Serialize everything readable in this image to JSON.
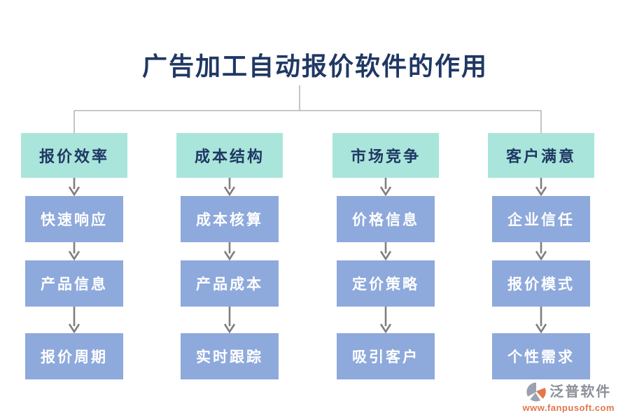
{
  "title": "广告加工自动报价软件的作用",
  "columns": [
    {
      "header": "报价效率",
      "items": [
        "快速响应",
        "产品信息",
        "报价周期"
      ]
    },
    {
      "header": "成本结构",
      "items": [
        "成本核算",
        "产品成本",
        "实时跟踪"
      ]
    },
    {
      "header": "市场竞争",
      "items": [
        "价格信息",
        "定价策略",
        "吸引客户"
      ]
    },
    {
      "header": "客户满意",
      "items": [
        "企业信任",
        "报价模式",
        "个性需求"
      ]
    }
  ],
  "watermark": {
    "brand": "泛普软件",
    "url": "www.fanpusoft.com"
  },
  "colors": {
    "title": "#1F3864",
    "header_bg": "#A9E5DA",
    "item_bg": "#8EA9DB",
    "item_text": "#FFFFFF",
    "connector": "#B5B5B5",
    "arrow": "#7F7F7F",
    "brand_gray": "#8C9099",
    "url_orange": "#E4764B",
    "logo_gray": "#9AA2B0"
  }
}
